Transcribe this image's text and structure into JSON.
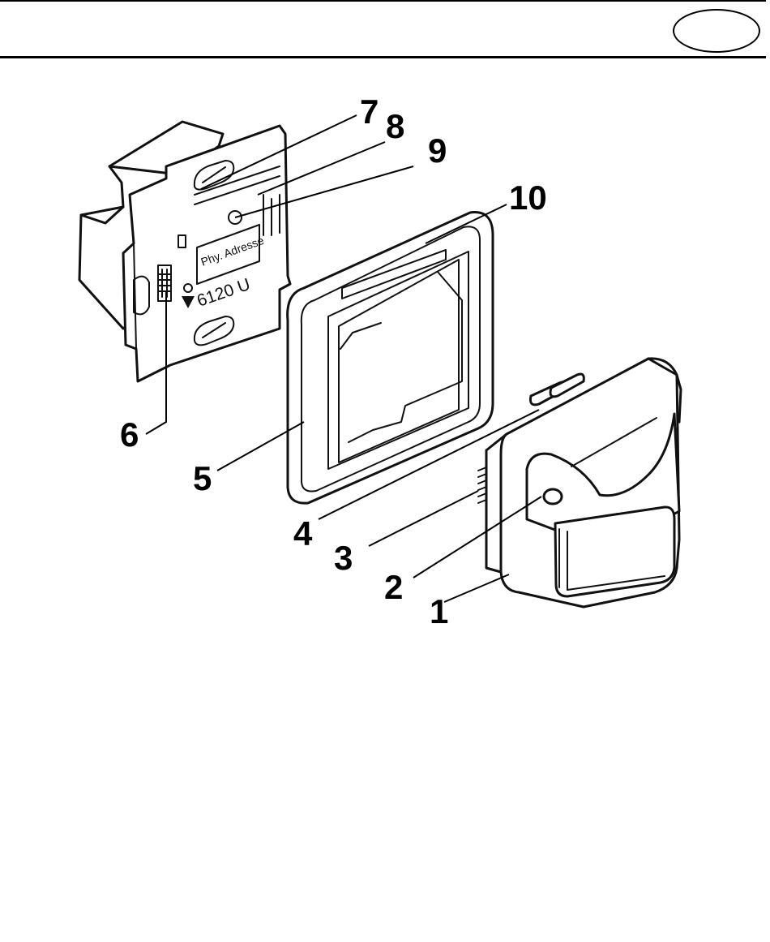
{
  "header": {
    "language_badge": ""
  },
  "labels": {
    "phy_adresse": "Phy. Adresse",
    "model": "6120 U"
  },
  "callouts": [
    {
      "id": "1",
      "text": "1",
      "part": "motion-detector-cover"
    },
    {
      "id": "2",
      "text": "2",
      "part": "led"
    },
    {
      "id": "3",
      "text": "3",
      "part": "connector-pins"
    },
    {
      "id": "4",
      "text": "4",
      "part": "contact-pins"
    },
    {
      "id": "5",
      "text": "5",
      "part": "cover-frame"
    },
    {
      "id": "6",
      "text": "6",
      "part": "bus-terminal"
    },
    {
      "id": "7",
      "text": "7",
      "part": "programming-button"
    },
    {
      "id": "8",
      "text": "8",
      "part": "label-field"
    },
    {
      "id": "9",
      "text": "9",
      "part": "programming-led"
    },
    {
      "id": "10",
      "text": "10",
      "part": "frame-label-window"
    }
  ]
}
